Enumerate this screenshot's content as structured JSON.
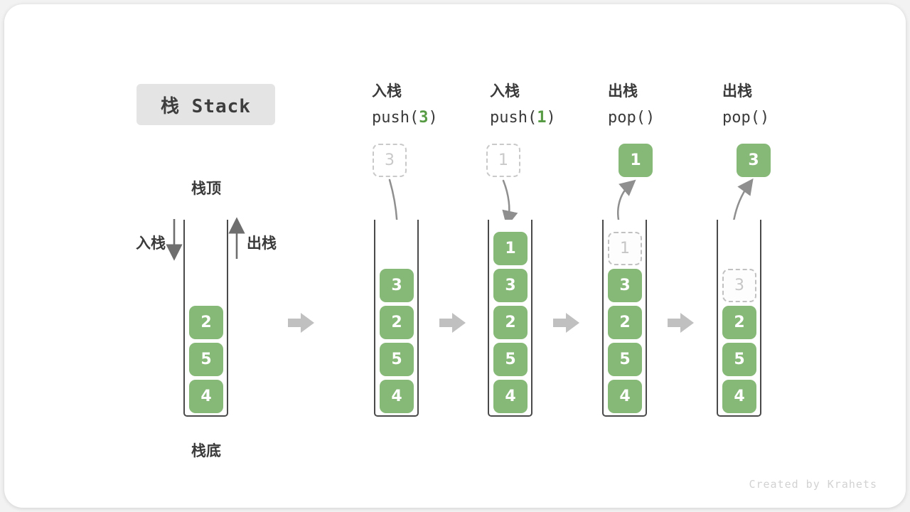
{
  "title": "栈 Stack",
  "footer": "Created by Krahets",
  "stack_labels": {
    "top": "栈顶",
    "bottom": "栈底",
    "push": "入栈",
    "pop": "出栈"
  },
  "initial_stack": [
    "2",
    "5",
    "4"
  ],
  "steps": [
    {
      "op": "入栈",
      "fn": "push(",
      "arg": "3",
      "close": ")",
      "float_value": "3",
      "cells": [
        "3",
        "2",
        "5",
        "4"
      ]
    },
    {
      "op": "入栈",
      "fn": "push(",
      "arg": "1",
      "close": ")",
      "float_value": "1",
      "cells": [
        "1",
        "3",
        "2",
        "5",
        "4"
      ]
    },
    {
      "op": "出栈",
      "fn": "pop()",
      "arg": "",
      "close": "",
      "float_value": "1",
      "ghost_value": "1",
      "cells": [
        "3",
        "2",
        "5",
        "4"
      ]
    },
    {
      "op": "出栈",
      "fn": "pop()",
      "arg": "",
      "close": "",
      "float_value": "3",
      "ghost_value": "3",
      "cells": [
        "2",
        "5",
        "4"
      ]
    }
  ],
  "colors": {
    "cell_green": "#86b877",
    "arg_green": "#569b43",
    "ghost_gray": "#c9c9c9",
    "frame_gray": "#4a4a4a",
    "curve_arrow_gray": "#8f8f8f",
    "block_arrow_gray": "#c0c0c0",
    "title_bg": "#e4e4e4"
  }
}
